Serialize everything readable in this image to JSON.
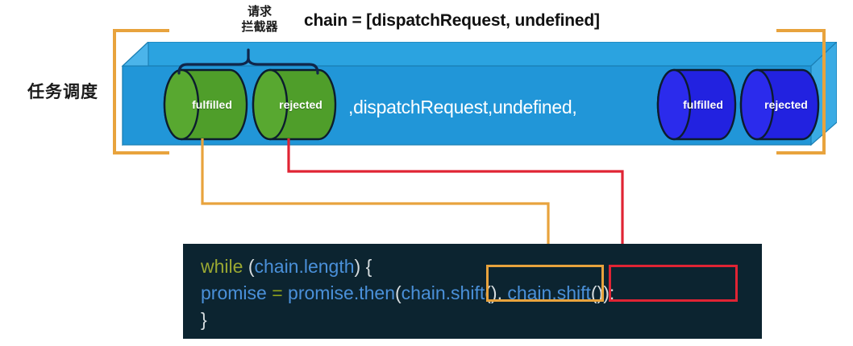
{
  "diagram": {
    "title": "chain = [dispatchRequest, undefined]",
    "left_label": "任务调度",
    "interceptor_label_line1": "请求",
    "interceptor_label_line2": "拦截器",
    "box_inner_text": ",dispatchRequest,undefined,",
    "cylinders": {
      "green": [
        {
          "label": "fulfilled"
        },
        {
          "label": "rejected"
        }
      ],
      "blue": [
        {
          "label": "fulfilled"
        },
        {
          "label": "rejected"
        }
      ]
    }
  },
  "code": {
    "line1": {
      "kw": "while",
      "sp1": " ",
      "p1": "(",
      "id1": "chain.length",
      "p2": ")",
      "sp2": " ",
      "p3": "{"
    },
    "line2": {
      "indent": "   ",
      "id1": "promise",
      "sp1": " ",
      "op": "=",
      "sp2": " ",
      "id2": "promise.then",
      "p1": "(",
      "id3": "chain.shift",
      "p2": "()",
      "sep": ", ",
      "id4": "chain.shift",
      "p3": "()",
      "p4": ")",
      "p5": ";"
    },
    "line3": {
      "p1": "}"
    }
  },
  "colors": {
    "box_front": "#2196d8",
    "box_top": "#2ba3e0",
    "box_side": "#45b1e8",
    "green_cyl": "#4f9e2a",
    "green_cyl_light": "#5aab31",
    "blue_cyl": "#2222e0",
    "blue_cyl_light": "#2d2ded",
    "orange": "#e8a33d",
    "red": "#e02434",
    "brace": "#10264a",
    "code_bg": "#0c2430",
    "keyword": "#9aa832",
    "identifier": "#4a90d9"
  }
}
